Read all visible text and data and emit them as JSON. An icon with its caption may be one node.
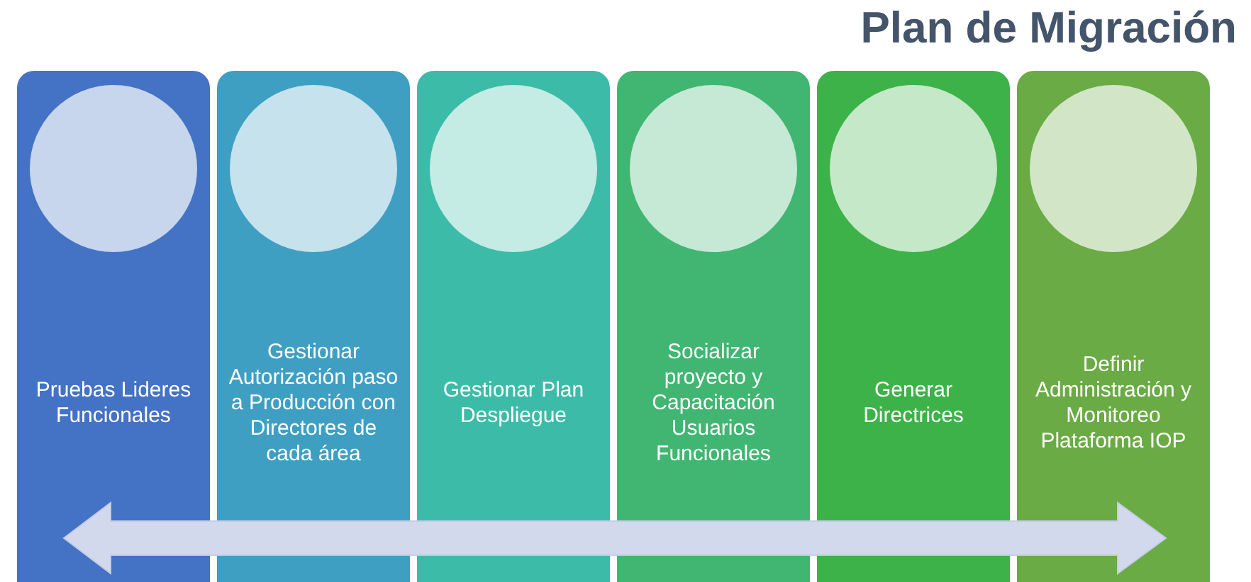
{
  "diagram": {
    "title": "Plan de Migración",
    "nodes": [
      {
        "text": [
          "Pruebas Lideres Funcionales"
        ]
      },
      {
        "text": [],
        "shape": "circle",
        "in": 0
      },
      {
        "text": [
          "Gestionar Autorización paso a Producción con Directores de cada área"
        ]
      },
      {
        "text": [],
        "shape": "circle",
        "in": 2
      },
      {
        "text": [
          "Gestionar Plan Despliegue"
        ]
      },
      {
        "text": [],
        "shape": "circle",
        "in": 4
      },
      {
        "text": [
          "Socializar proyecto y Capacitación Usuarios Funcionales"
        ]
      },
      {
        "text": [],
        "shape": "circle",
        "in": 6
      },
      {
        "text": [
          "Generar Directrices"
        ]
      },
      {
        "text": [],
        "shape": "circle",
        "in": 8
      },
      {
        "text": [
          "Definir Administración y Monitoreo Plataforma IOP"
        ]
      },
      {
        "text": [],
        "shape": "circle",
        "in": 10
      }
    ]
  }
}
